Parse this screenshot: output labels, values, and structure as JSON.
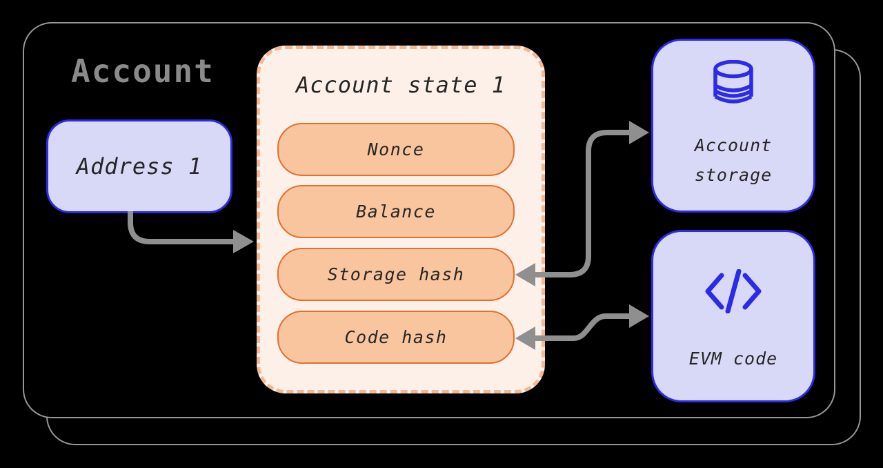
{
  "colors": {
    "bg": "#000000",
    "container-border": "#979797",
    "muted-title": "#8a8a8a",
    "arrow": "#8f8f8f",
    "accent-blue": "#2b2be8",
    "lavender-fill": "#d8d8f7",
    "orange-border": "#e2702e",
    "orange-fill": "#f9c59e",
    "peach-dash": "#f4b990",
    "cream-fill": "#fdf0e8",
    "text-dark": "#262626"
  },
  "diagram": {
    "title": "Account",
    "address_box": {
      "label": "Address 1"
    },
    "state_box": {
      "title": "Account state 1",
      "fields": [
        {
          "label": "Nonce"
        },
        {
          "label": "Balance"
        },
        {
          "label": "Storage hash"
        },
        {
          "label": "Code hash"
        }
      ]
    },
    "storage_box": {
      "icon": "database-icon",
      "line1": "Account",
      "line2": "storage"
    },
    "evm_box": {
      "icon": "code-icon",
      "label": "EVM code"
    },
    "connections": [
      {
        "from": "Address 1",
        "to": "Account state 1",
        "bidirectional": false
      },
      {
        "from": "Storage hash",
        "to": "Account storage",
        "bidirectional": true
      },
      {
        "from": "Code hash",
        "to": "EVM code",
        "bidirectional": true
      }
    ]
  }
}
